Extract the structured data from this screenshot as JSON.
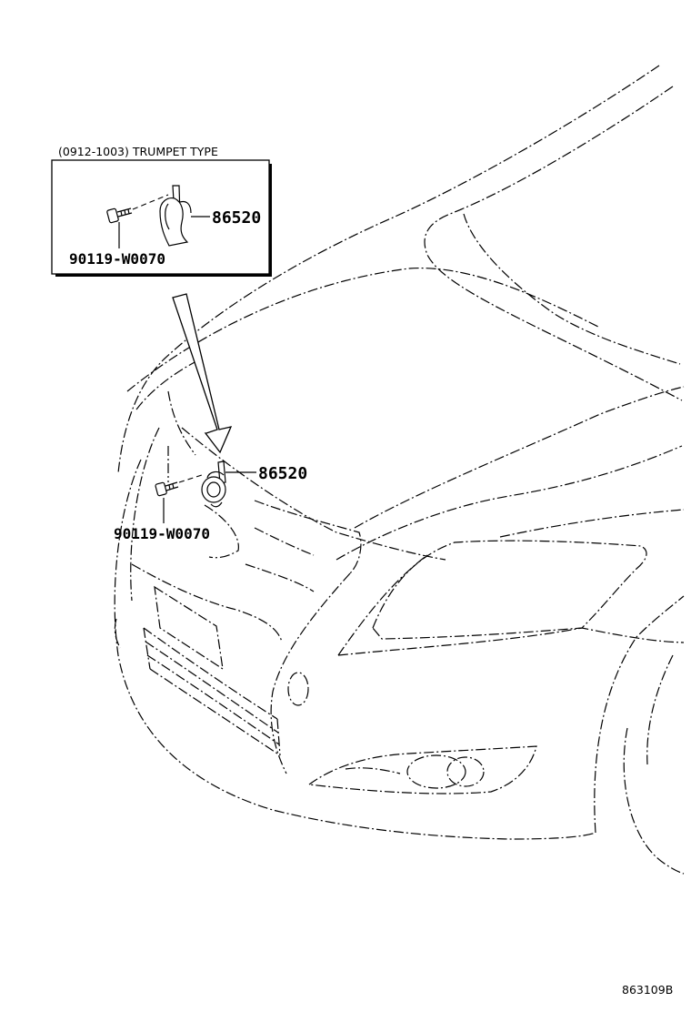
{
  "inset": {
    "caption": "(0912-1003) TRUMPET TYPE",
    "horn_part_number": "86520",
    "bolt_part_number": "90119-W0070"
  },
  "main": {
    "horn_part_number": "86520",
    "bolt_part_number": "90119-W0070"
  },
  "figure_id": "863109B"
}
